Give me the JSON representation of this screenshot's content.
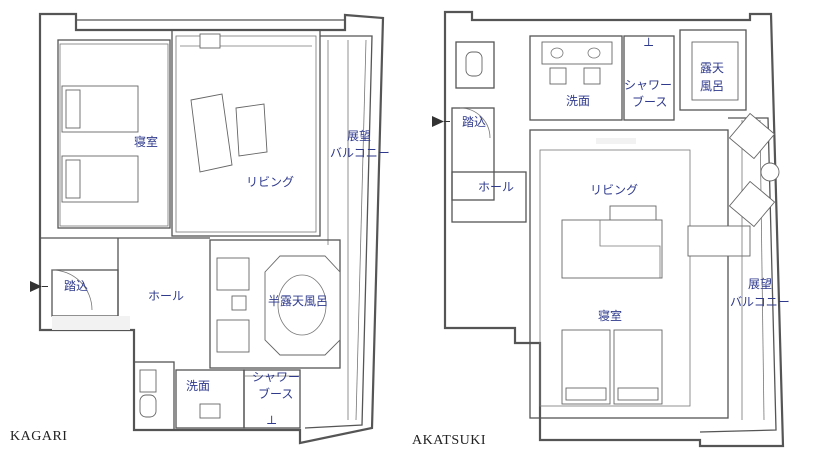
{
  "plans": [
    {
      "name": "KAGARI",
      "rooms": {
        "bedroom": "寝室",
        "living": "リビング",
        "balcony_line1": "展望",
        "balcony_line2": "バルコニー",
        "entrance": "踏込",
        "hall": "ホール",
        "bath": "半露天風呂",
        "washroom": "洗面",
        "shower_line1": "シャワー",
        "shower_line2": "ブース"
      }
    },
    {
      "name": "AKATSUKI",
      "rooms": {
        "washroom": "洗面",
        "shower_line1": "シャワー",
        "shower_line2": "ブース",
        "bath_line1": "露天",
        "bath_line2": "風呂",
        "entrance": "踏込",
        "hall": "ホール",
        "living": "リビング",
        "bedroom": "寝室",
        "balcony_line1": "展望",
        "balcony_line2": "バルコニー"
      }
    }
  ],
  "colors": {
    "label": "#2f3a8c",
    "wall": "#555555",
    "entrance_arrow": "#333333"
  },
  "icons": [
    "entrance-arrow-icon",
    "toilet-icon",
    "sink-icon",
    "faucet-icon",
    "bathtub-icon",
    "bed-icon",
    "sofa-icon",
    "chair-icon"
  ]
}
